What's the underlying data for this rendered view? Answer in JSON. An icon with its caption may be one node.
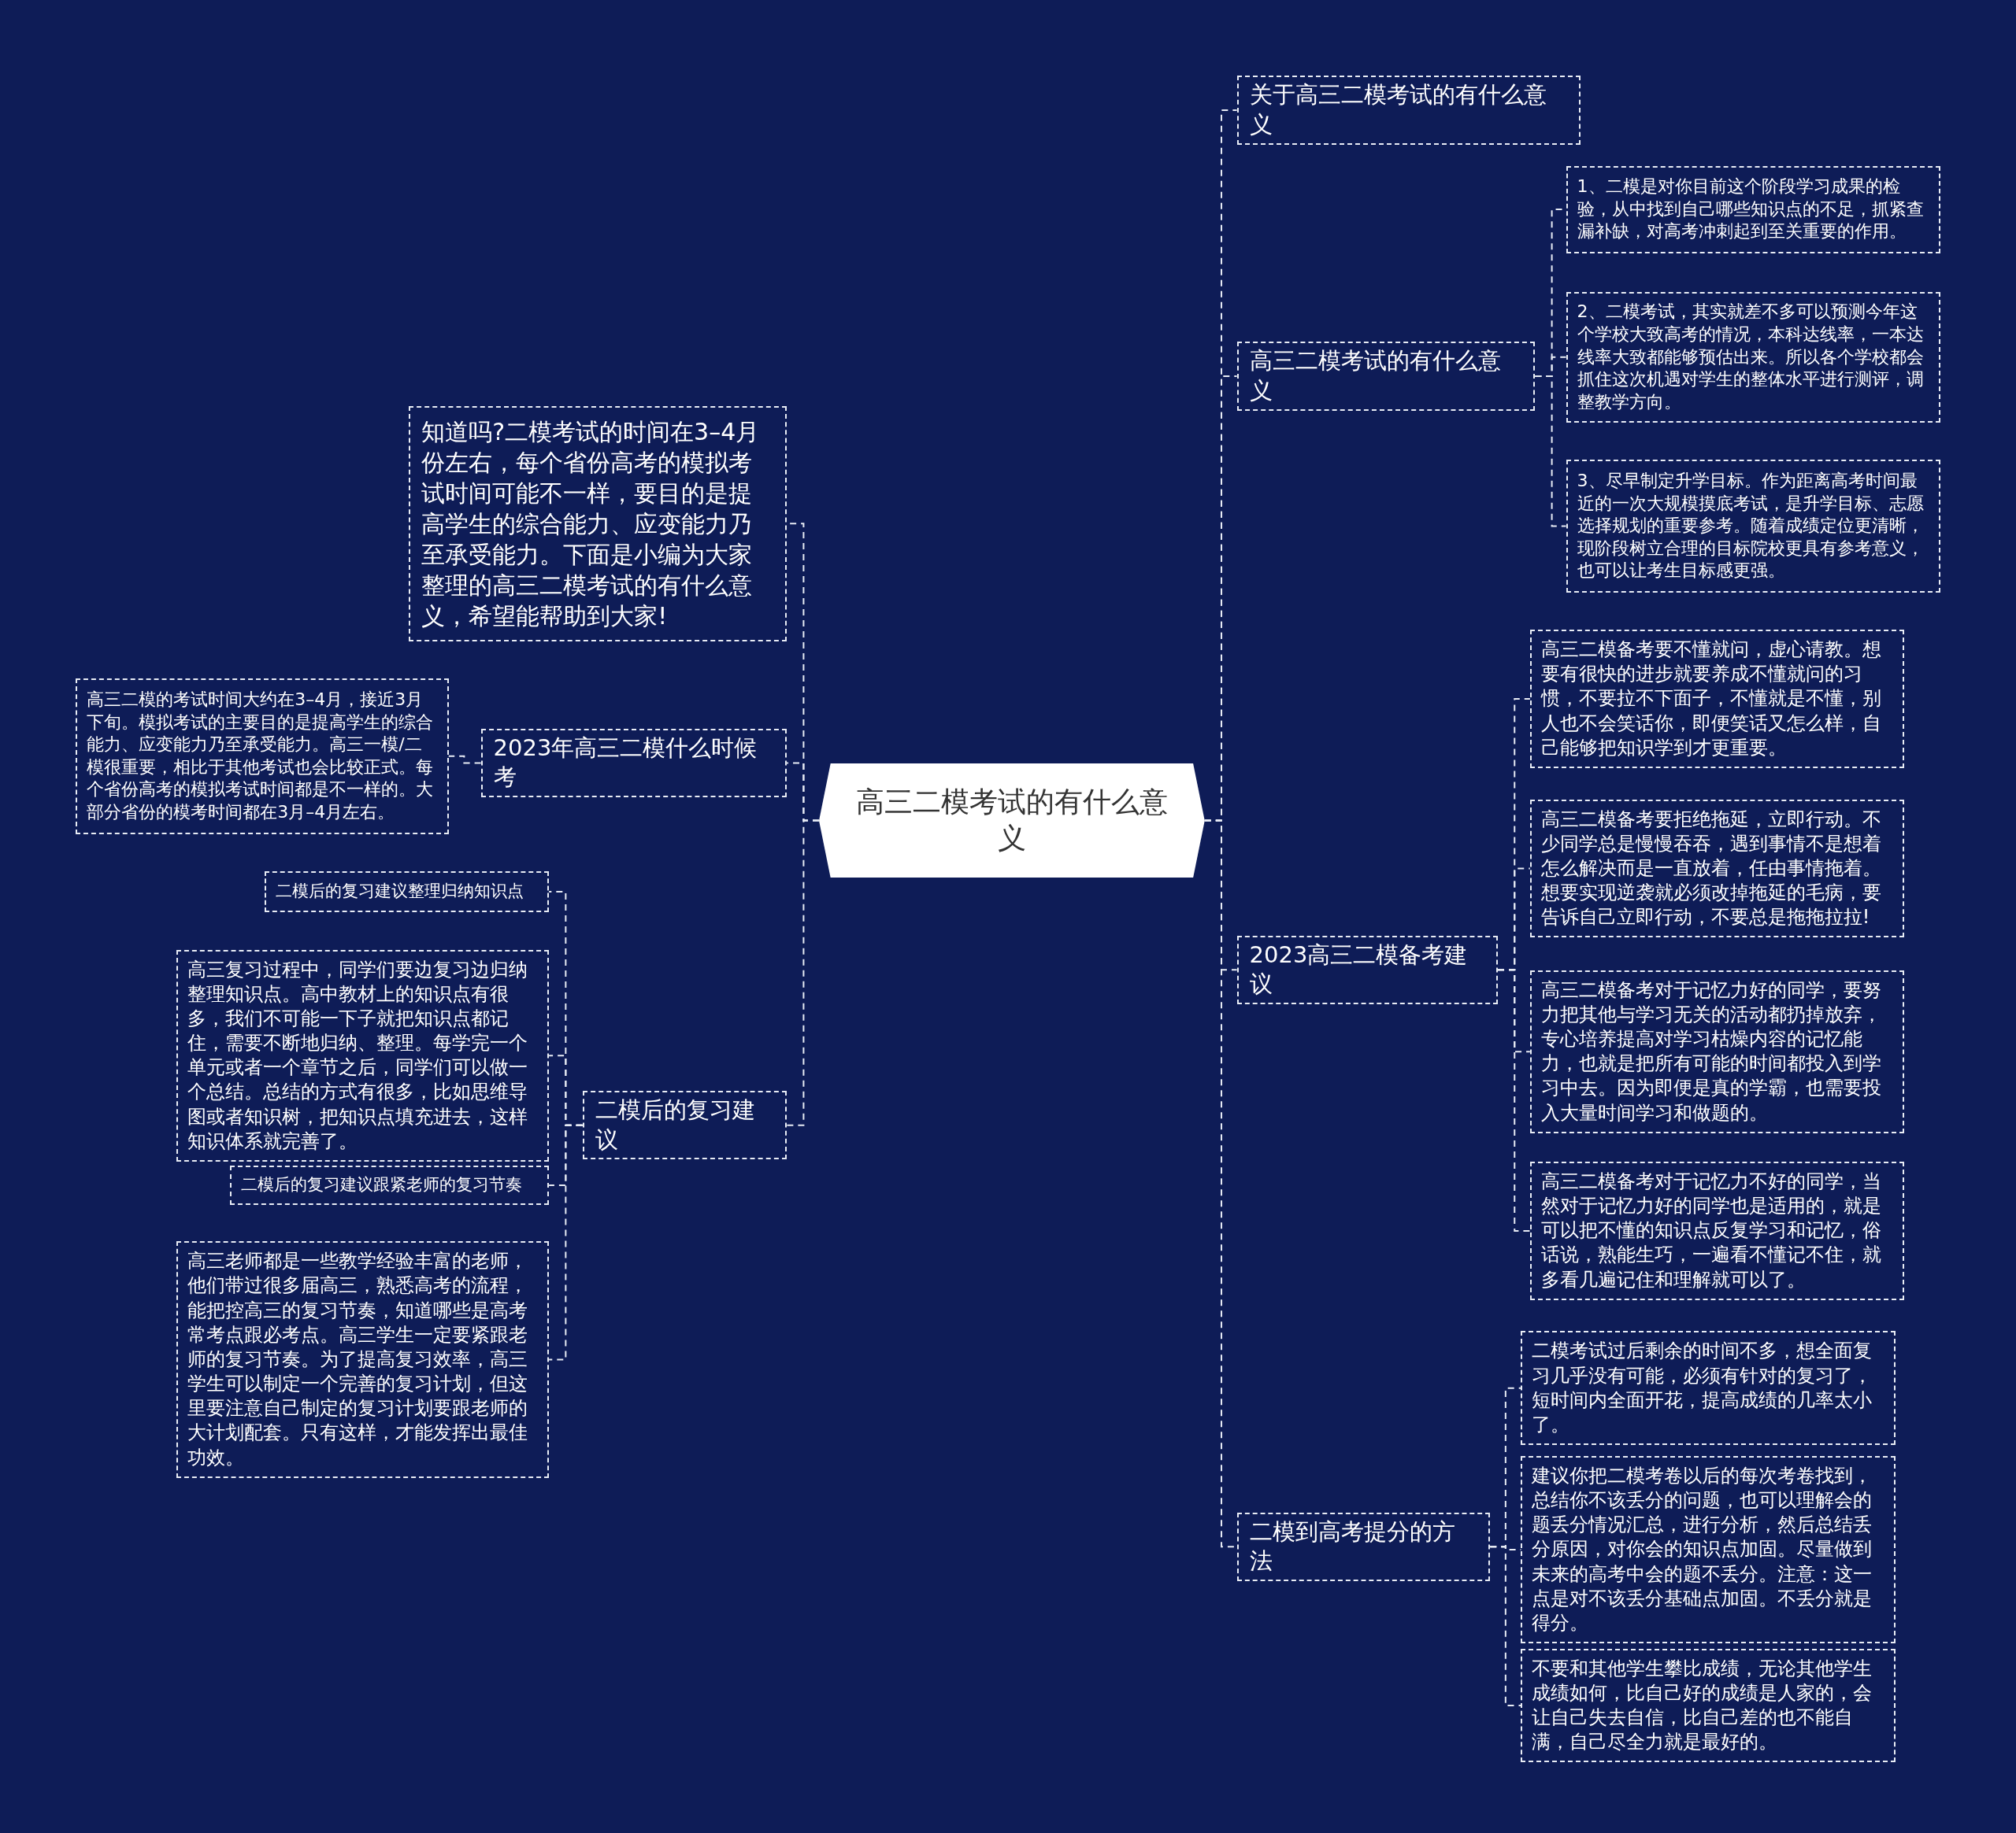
{
  "diagram": {
    "nodes": [
      {
        "text": [
          "高三二模考试的有什么意义"
        ]
      },
      {
        "text": [
          "关于高三二模考试的有什么意义"
        ]
      },
      {
        "text": [
          "高三二模考试的有什么意义"
        ]
      },
      {
        "text": [
          "1、二模是对你目前这个阶段学习成果的检验，从中找到自己哪些知识点的不足，抓紧查漏补缺，对高考冲刺起到至关重要的作用。"
        ]
      },
      {
        "text": [
          "2、二模考试，其实就差不多可以预测今年这个学校大致高考的情况，本科达线率，一本达线率大致都能够预估出来。所以各个学校都会抓住这次机遇对学生的整体水平进行测评，调整教学方向。"
        ]
      },
      {
        "text": [
          "3、尽早制定升学目标。作为距离高考时间最近的一次大规模摸底考试，是升学目标、志愿选择规划的重要参考。随着成绩定位更清晰，现阶段树立合理的目标院校更具有参考意义，也可以让考生目标感更强。"
        ]
      },
      {
        "text": [
          "2023高三二模备考建议"
        ]
      },
      {
        "text": [
          "高三二模备考要不懂就问，虚心请教。想要有很快的进步就要养成不懂就问的习惯，不要拉不下面子，不懂就是不懂，别人也不会笑话你，即便笑话又怎么样，自己能够把知识学到才更重要。"
        ]
      },
      {
        "text": [
          "高三二模备考要拒绝拖延，立即行动。不少同学总是慢慢吞吞，遇到事情不是想着怎么解决而是一直放着，任由事情拖着。想要实现逆袭就必须改掉拖延的毛病，要告诉自己立即行动，不要总是拖拖拉拉!"
        ]
      },
      {
        "text": [
          "高三二模备考对于记忆力好的同学，要努力把其他与学习无关的活动都扔掉放弃，专心培养提高对学习枯燥内容的记忆能力，也就是把所有可能的时间都投入到学习中去。因为即便是真的学霸，也需要投入大量时间学习和做题的。"
        ]
      },
      {
        "text": [
          "高三二模备考对于记忆力不好的同学，当然对于记忆力好的同学也是适用的，就是可以把不懂的知识点反复学习和记忆，俗话说，熟能生巧，一遍看不懂记不住，就多看几遍记住和理解就可以了。"
        ]
      },
      {
        "text": [
          "二模到高考提分的方法"
        ]
      },
      {
        "text": [
          "二模考试过后剩余的时间不多，想全面复习几乎没有可能，必须有针对的复习了，短时间内全面开花，提高成绩的几率太小了。"
        ]
      },
      {
        "text": [
          "建议你把二模考卷以后的每次考卷找到，总结你不该丢分的问题，也可以理解会的题丢分情况汇总，进行分析，然后总结丢分原因，对你会的知识点加固。尽量做到未来的高考中会的题不丢分。注意：这一点是对不该丢分基础点加固。不丢分就是得分。"
        ]
      },
      {
        "text": [
          "不要和其他学生攀比成绩，无论其他学生成绩如何，比自己好的成绩是人家的，会让自己失去自信，比自己差的也不能自满，自己尽全力就是最好的。"
        ]
      },
      {
        "text": [
          "知道吗?二模考试的时间在3–4月份左右，每个省份高考的模拟考试时间可能不一样，要目的是提高学生的综合能力、应变能力乃至承受能力。下面是小编为大家整理的高三二模考试的有什么意义，希望能帮助到大家!"
        ]
      },
      {
        "text": [
          "2023年高三二模什么时候考"
        ]
      },
      {
        "text": [
          "高三二模的考试时间大约在3–4月，接近3月下旬。模拟考试的主要目的是提高学生的综合能力、应变能力乃至承受能力。高三一模/二模很重要，相比于其他考试也会比较正式。每个省份高考的模拟考试时间都是不一样的。大部分省份的模考时间都在3月–4月左右。"
        ]
      },
      {
        "text": [
          "二模后的复习建议"
        ]
      },
      {
        "text": [
          "二模后的复习建议整理归纳知识点"
        ]
      },
      {
        "text": [
          "高三复习过程中，同学们要边复习边归纳整理知识点。高中教材上的知识点有很多，我们不可能一下子就把知识点都记住，需要不断地归纳、整理。每学完一个单元或者一个章节之后，同学们可以做一个总结。总结的方式有很多，比如思维导图或者知识树，把知识点填充进去，这样知识体系就完善了。"
        ]
      },
      {
        "text": [
          "二模后的复习建议跟紧老师的复习节奏"
        ]
      },
      {
        "text": [
          "高三老师都是一些教学经验丰富的老师，他们带过很多届高三，熟悉高考的流程，能把控高三的复习节奏，知道哪些是高考常考点跟必考点。高三学生一定要紧跟老师的复习节奏。为了提高复习效率，高三学生可以制定一个完善的复习计划，但这里要注意自己制定的复习计划要跟老师的大计划配套。只有这样，才能发挥出最佳功效。"
        ]
      }
    ],
    "edges": [
      {
        "from": 0,
        "to": 1,
        "arrow": "none",
        "style": "dashed"
      },
      {
        "from": 0,
        "to": 2,
        "arrow": "none",
        "style": "dashed"
      },
      {
        "from": 2,
        "to": 3,
        "arrow": "none",
        "style": "dashed"
      },
      {
        "from": 2,
        "to": 4,
        "arrow": "none",
        "style": "dashed"
      },
      {
        "from": 2,
        "to": 5,
        "arrow": "none",
        "style": "dashed"
      },
      {
        "from": 0,
        "to": 6,
        "arrow": "none",
        "style": "dashed"
      },
      {
        "from": 6,
        "to": 7,
        "arrow": "none",
        "style": "dashed"
      },
      {
        "from": 6,
        "to": 8,
        "arrow": "none",
        "style": "dashed"
      },
      {
        "from": 6,
        "to": 9,
        "arrow": "none",
        "style": "dashed"
      },
      {
        "from": 6,
        "to": 10,
        "arrow": "none",
        "style": "dashed"
      },
      {
        "from": 0,
        "to": 11,
        "arrow": "none",
        "style": "dashed"
      },
      {
        "from": 11,
        "to": 12,
        "arrow": "none",
        "style": "dashed"
      },
      {
        "from": 11,
        "to": 13,
        "arrow": "none",
        "style": "dashed"
      },
      {
        "from": 11,
        "to": 14,
        "arrow": "none",
        "style": "dashed"
      },
      {
        "from": 0,
        "to": 15,
        "arrow": "none",
        "style": "dashed"
      },
      {
        "from": 0,
        "to": 16,
        "arrow": "none",
        "style": "dashed"
      },
      {
        "from": 16,
        "to": 17,
        "arrow": "none",
        "style": "dashed"
      },
      {
        "from": 0,
        "to": 18,
        "arrow": "none",
        "style": "dashed"
      },
      {
        "from": 18,
        "to": 19,
        "arrow": "none",
        "style": "dashed"
      },
      {
        "from": 18,
        "to": 20,
        "arrow": "none",
        "style": "dashed"
      },
      {
        "from": 18,
        "to": 21,
        "arrow": "none",
        "style": "dashed"
      },
      {
        "from": 18,
        "to": 22,
        "arrow": "none",
        "style": "dashed"
      }
    ]
  }
}
